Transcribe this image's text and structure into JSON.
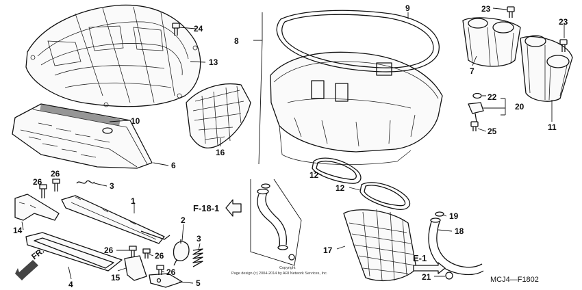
{
  "callouts": [
    {
      "id": "1",
      "label": "1"
    },
    {
      "id": "2",
      "label": "2"
    },
    {
      "id": "3a",
      "label": "3"
    },
    {
      "id": "3b",
      "label": "3"
    },
    {
      "id": "4",
      "label": "4"
    },
    {
      "id": "5",
      "label": "5"
    },
    {
      "id": "6",
      "label": "6"
    },
    {
      "id": "7",
      "label": "7"
    },
    {
      "id": "8",
      "label": "8"
    },
    {
      "id": "9",
      "label": "9"
    },
    {
      "id": "10",
      "label": "10"
    },
    {
      "id": "11",
      "label": "11"
    },
    {
      "id": "12a",
      "label": "12"
    },
    {
      "id": "12b",
      "label": "12"
    },
    {
      "id": "13",
      "label": "13"
    },
    {
      "id": "14",
      "label": "14"
    },
    {
      "id": "15",
      "label": "15"
    },
    {
      "id": "16",
      "label": "16"
    },
    {
      "id": "17",
      "label": "17"
    },
    {
      "id": "18",
      "label": "18"
    },
    {
      "id": "19",
      "label": "19"
    },
    {
      "id": "20",
      "label": "20"
    },
    {
      "id": "21",
      "label": "21"
    },
    {
      "id": "22",
      "label": "22"
    },
    {
      "id": "23a",
      "label": "23"
    },
    {
      "id": "23b",
      "label": "23"
    },
    {
      "id": "24",
      "label": "24"
    },
    {
      "id": "25",
      "label": "25"
    },
    {
      "id": "26a",
      "label": "26"
    },
    {
      "id": "26b",
      "label": "26"
    },
    {
      "id": "26c",
      "label": "26"
    },
    {
      "id": "26d",
      "label": "26"
    },
    {
      "id": "26e",
      "label": "26"
    }
  ],
  "references": {
    "f18": "F-18-1",
    "e1": "E-1",
    "front": "FR."
  },
  "diagram_code": "MCJ4—F1802",
  "copyright": {
    "line1": "Copyright",
    "line2": "Page design (c) 2004-2014 by ARI Network Services, Inc."
  }
}
